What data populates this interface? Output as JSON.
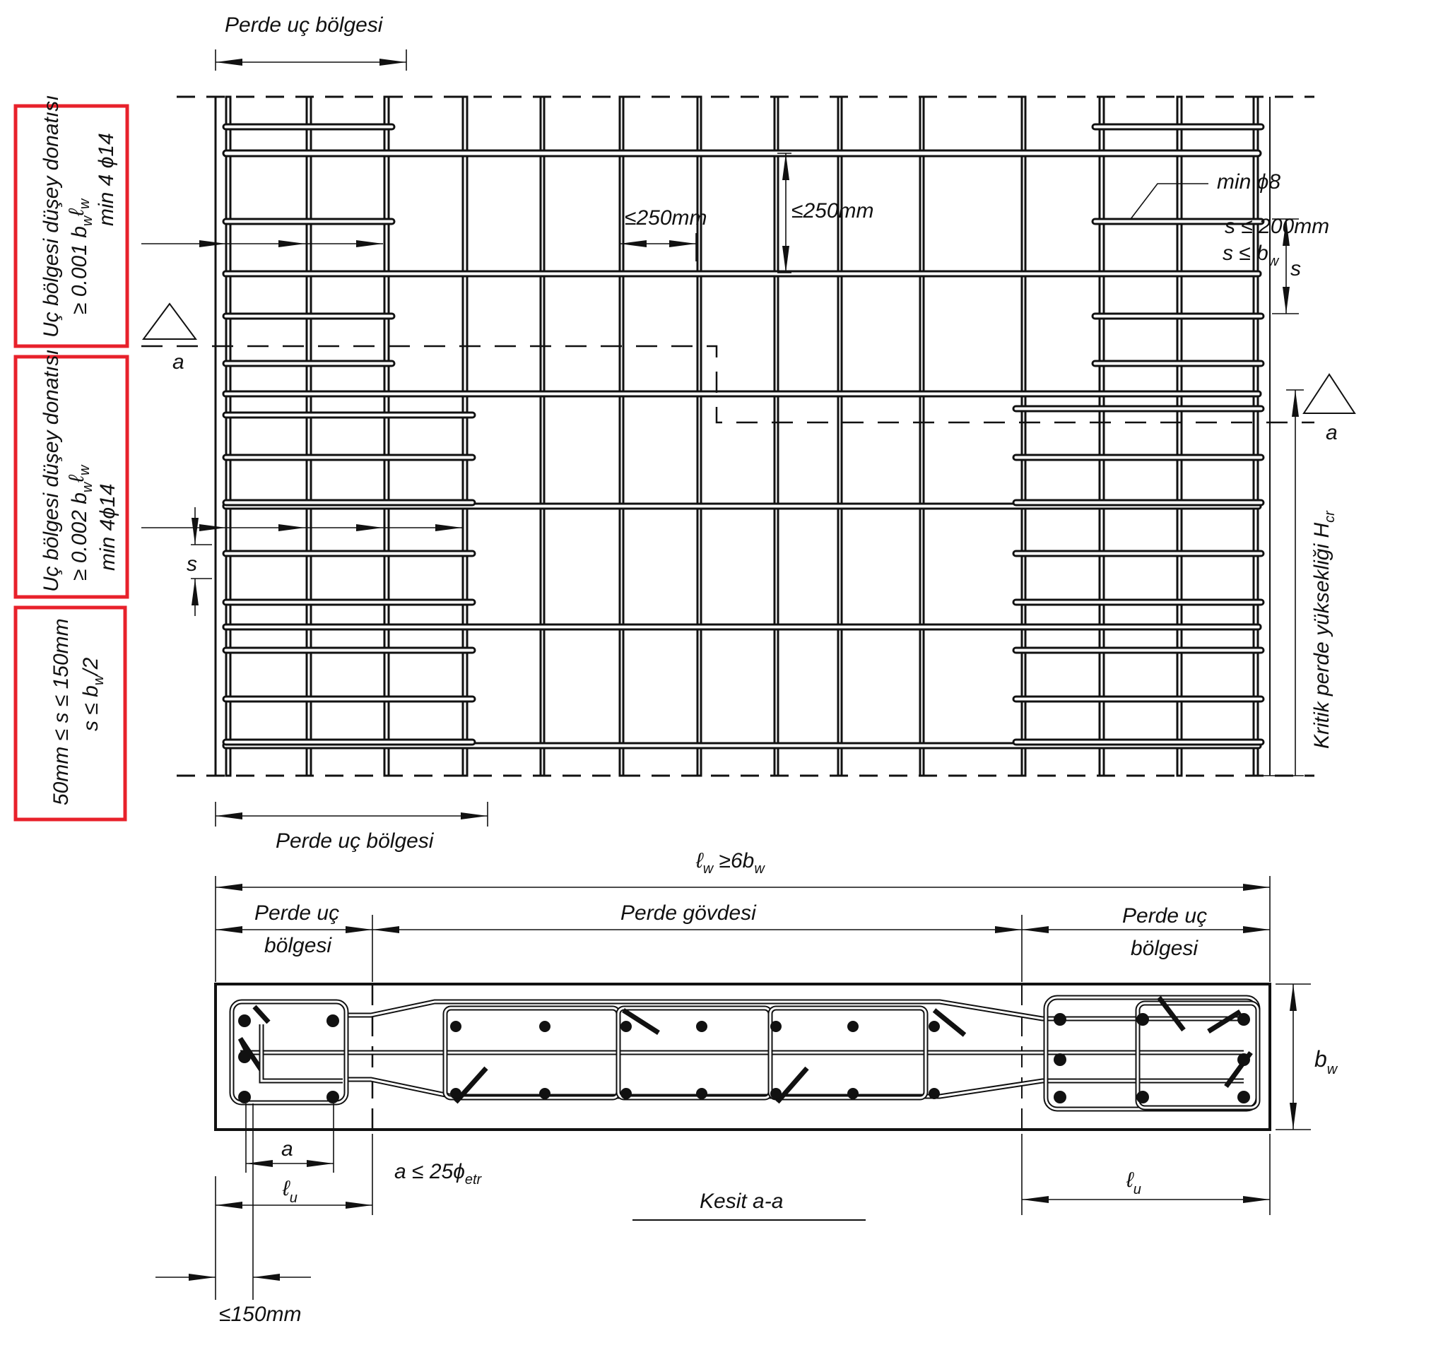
{
  "diagram": {
    "title": "Shear wall reinforcement detail",
    "elevation": {
      "top_label": "Perde uç bölgesi",
      "bottom_label": "Perde uç bölgesi",
      "horiz_spacing": "≤250mm",
      "vert_spacing": "≤250mm",
      "stirrup_diameter": "min ϕ8",
      "stirrup_spacing_line1": "s ≤ 200mm",
      "stirrup_spacing_line2": "s ≤ b",
      "stirrup_spacing_line2_sub": "w",
      "s_label_right": "s",
      "s_label_left": "s",
      "section_marker_left": "a",
      "section_marker_right": "a",
      "critical_height_label": "Kritik perde yüksekliği H",
      "critical_height_sub": "cr"
    },
    "note_boxes": [
      {
        "line1": "Uç bölgesi düşey donatısı",
        "line2": "≥ 0.001 b",
        "line2_sub": "w",
        "line2_tail": "ℓ",
        "line2_tail_sub": "w",
        "line3": "min 4 ϕ14",
        "color": "#e8212b"
      },
      {
        "line1": "Uç bölgesi düşey donatısı",
        "line2": "≥ 0.002 b",
        "line2_sub": "w",
        "line2_tail": "ℓ",
        "line2_tail_sub": "w",
        "line3": "min 4ϕ14",
        "color": "#e8212b"
      },
      {
        "line1": "50mm ≤ s ≤ 150mm",
        "line2": "s ≤ b",
        "line2_sub": "w",
        "line2_tail": "/2",
        "color": "#e8212b"
      }
    ],
    "section": {
      "total_length_label": "ℓ",
      "total_length_sub": "w",
      "total_length_tail": " ≥6b",
      "total_length_tail_sub": "w",
      "left_zone_line1": "Perde uç",
      "left_zone_line2": "bölgesi",
      "web_label": "Perde gövdesi",
      "right_zone_line1": "Perde uç",
      "right_zone_line2": "bölgesi",
      "thickness_label": "b",
      "thickness_sub": "w",
      "a_label": "a",
      "a_rule": "a ≤ 25ϕ",
      "a_rule_sub": "etr",
      "lu_left": "ℓ",
      "lu_left_sub": "u",
      "lu_right": "ℓ",
      "lu_right_sub": "u",
      "cover_label": "≤150mm",
      "section_title": "Kesit a-a"
    }
  }
}
